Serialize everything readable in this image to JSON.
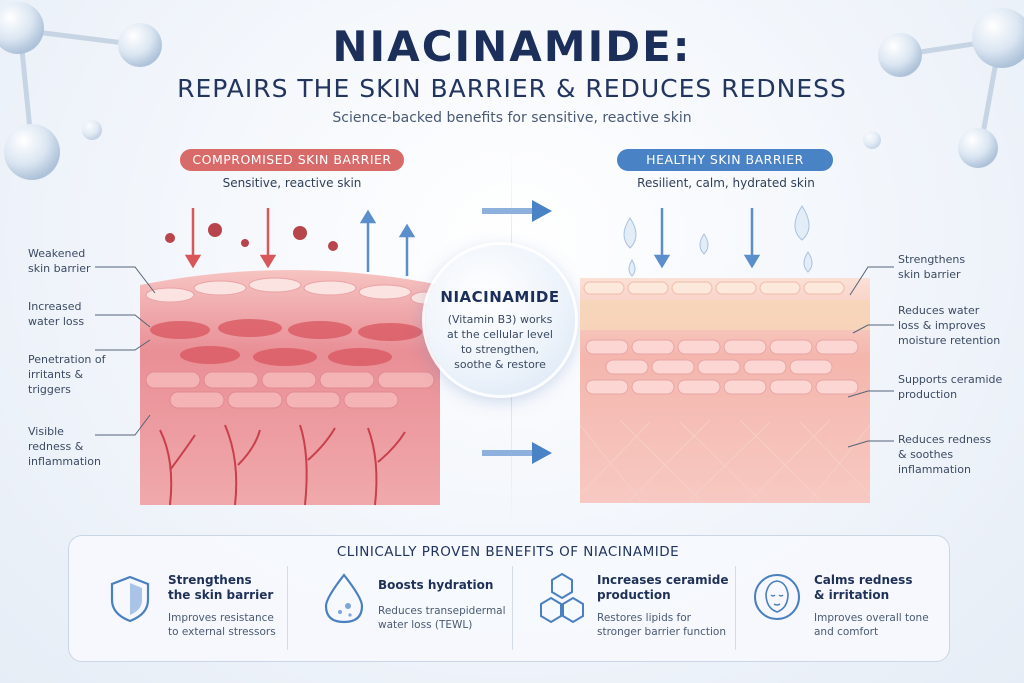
{
  "header": {
    "title": "NIACINAMIDE:",
    "subtitle": "REPAIRS THE SKIN BARRIER & REDUCES REDNESS",
    "tagline": "Science-backed benefits for sensitive, reactive skin"
  },
  "left_panel": {
    "badge": "COMPROMISED SKIN BARRIER",
    "caption": "Sensitive, reactive skin",
    "labels": [
      [
        "Weakened",
        "skin barrier"
      ],
      [
        "Increased",
        "water loss"
      ],
      [
        "Penetration of",
        "irritants &",
        "triggers"
      ],
      [
        "Visible",
        "redness &",
        "inflammation"
      ]
    ]
  },
  "right_panel": {
    "badge": "HEALTHY SKIN BARRIER",
    "caption": "Resilient, calm, hydrated skin",
    "labels": [
      [
        "Strengthens",
        "skin barrier"
      ],
      [
        "Reduces water",
        "loss & improves",
        "moisture retention"
      ],
      [
        "Supports ceramide",
        "production"
      ],
      [
        "Reduces redness",
        "& soothes",
        "inflammation"
      ]
    ]
  },
  "center": {
    "title": "NIACINAMIDE",
    "body": [
      "(Vitamin B3) works",
      "at the cellular level",
      "to strengthen,",
      "soothe & restore"
    ]
  },
  "benefits": {
    "title": "CLINICALLY PROVEN BENEFITS OF NIACINAMIDE",
    "items": [
      {
        "icon": "shield-icon",
        "title": [
          "Strengthens",
          "the skin barrier"
        ],
        "text": [
          "Improves resistance",
          "to external stressors"
        ]
      },
      {
        "icon": "water-drop-icon",
        "title": [
          "Boosts hydration"
        ],
        "text": [
          "Reduces transepidermal",
          "water loss (TEWL)"
        ]
      },
      {
        "icon": "hexagon-molecule-icon",
        "title": [
          "Increases ceramide",
          "production"
        ],
        "text": [
          "Restores lipids for",
          "stronger barrier function"
        ]
      },
      {
        "icon": "calm-face-icon",
        "title": [
          "Calms redness",
          "& irritation"
        ],
        "text": [
          "Improves overall tone",
          "and comfort"
        ]
      }
    ]
  },
  "colors": {
    "navy": "#1c2f5a",
    "red_accent": "#d96a6a",
    "blue_accent": "#4a82c6",
    "skin_red": "#e98f96",
    "skin_healthy": "#f4b6ad"
  }
}
